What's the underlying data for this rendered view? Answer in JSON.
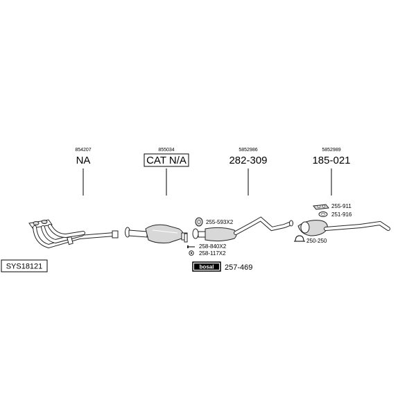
{
  "kit": {
    "code": "SYS18121"
  },
  "groups": [
    {
      "ref": "854207",
      "part": "NA",
      "boxed": false
    },
    {
      "ref": "855034",
      "part": "CAT N/A",
      "boxed": true
    },
    {
      "ref": "5852986",
      "part": "282-309",
      "boxed": false
    },
    {
      "ref": "5852989",
      "part": "185-021",
      "boxed": false
    }
  ],
  "accessories": [
    {
      "label": "255-593X2"
    },
    {
      "label": "258-840X2"
    },
    {
      "label": "258-117X2"
    },
    {
      "label": "255-911"
    },
    {
      "label": "251-916"
    },
    {
      "label": "250-250"
    }
  ],
  "brand": {
    "logo_text": "bosal",
    "part": "257-469"
  }
}
